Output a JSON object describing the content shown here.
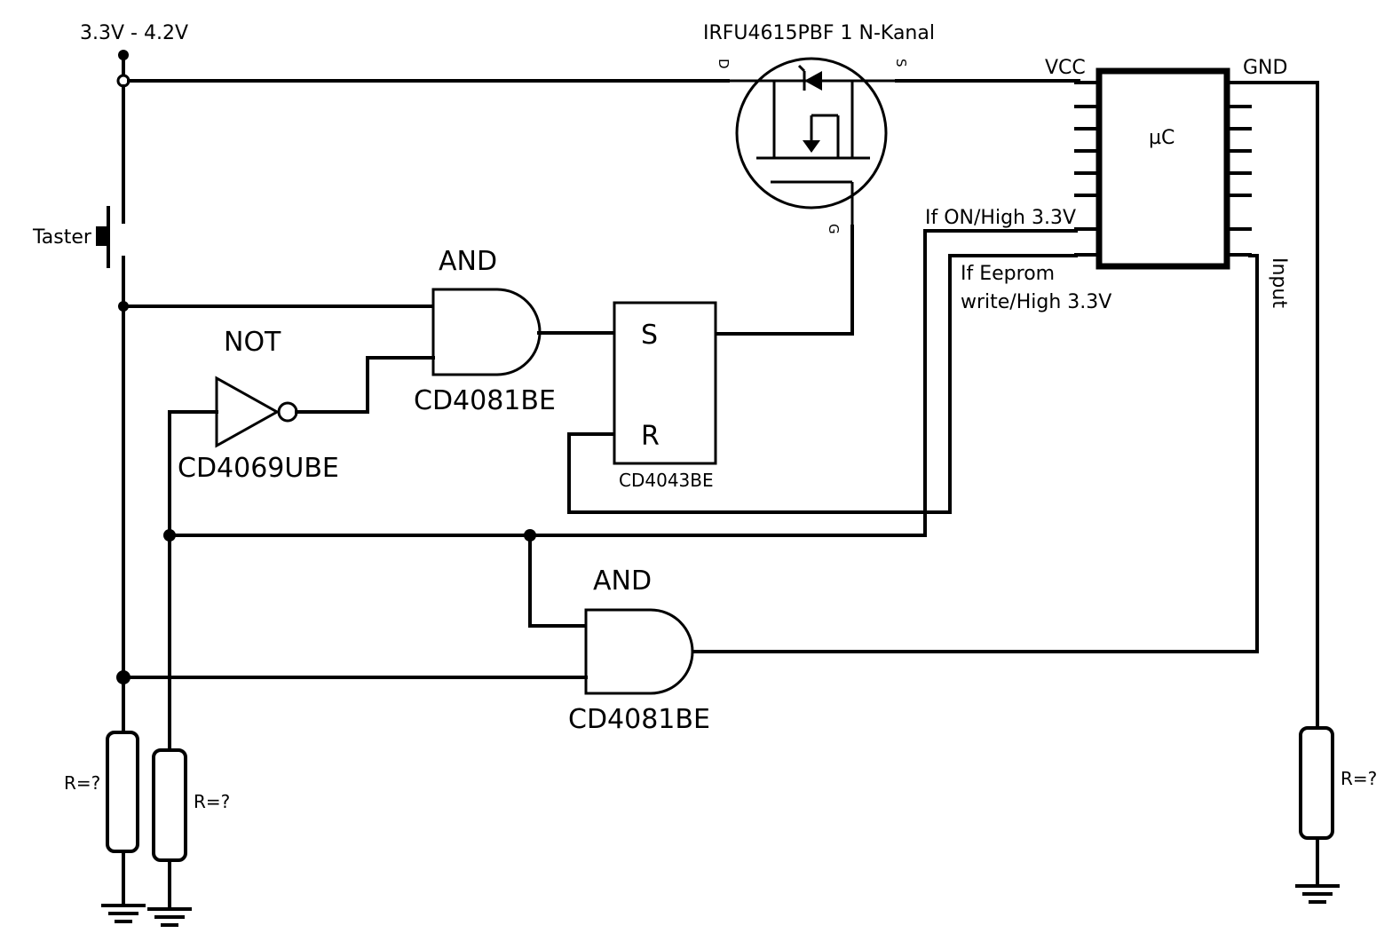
{
  "labels": {
    "supply_voltage": "3.3V - 4.2V",
    "mosfet_part": "IRFU4615PBF 1 N-Kanal",
    "mosfet_drain": "D",
    "mosfet_source": "S",
    "mosfet_gate": "G",
    "vcc": "VCC",
    "gnd": "GND",
    "mcu": "µC",
    "taster": "Taster",
    "and_top": "AND",
    "and_top_part": "CD4081BE",
    "not": "NOT",
    "not_part": "CD4069UBE",
    "flipflop_s": "S",
    "flipflop_r": "R",
    "flipflop_part": "CD4043BE",
    "pin_on": "If ON/High 3.3V",
    "pin_eeprom_line1": "If Eeprom",
    "pin_eeprom_line2": "write/High 3.3V",
    "pin_input": "Input",
    "and_bottom": "AND",
    "and_bottom_part": "CD4081BE",
    "r1": "R=?",
    "r2": "R=?",
    "r3": "R=?"
  }
}
